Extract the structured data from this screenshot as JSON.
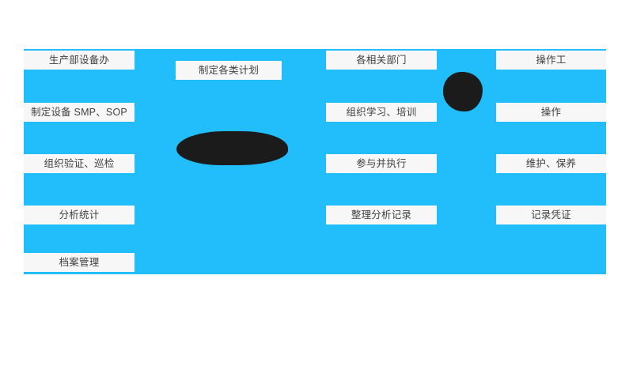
{
  "slide": {
    "background_color": "#22bdfb",
    "node_fill_color": "#f7f7f7",
    "node_text_color": "#3f3f3f",
    "redaction_color": "#1b1b1b"
  },
  "columns": [
    {
      "name": "column-1",
      "nodes": [
        {
          "label": "生产部设备办"
        },
        {
          "label": "制定设备 SMP、SOP"
        },
        {
          "label": "组织验证、巡检"
        },
        {
          "label": "分析统计"
        },
        {
          "label": "档案管理"
        }
      ]
    },
    {
      "name": "column-2",
      "nodes": [
        {
          "label": "制定各类计划"
        }
      ]
    },
    {
      "name": "column-3",
      "nodes": [
        {
          "label": "各相关部门"
        },
        {
          "label": "组织学习、培训"
        },
        {
          "label": "参与并执行"
        },
        {
          "label": "整理分析记录"
        }
      ]
    },
    {
      "name": "column-4",
      "nodes": [
        {
          "label": "操作工"
        },
        {
          "label": "操作"
        },
        {
          "label": "维护、保养"
        },
        {
          "label": "记录凭证"
        }
      ]
    }
  ],
  "redactions": [
    {
      "name": "redaction-blob-left",
      "shape": "wide-blob"
    },
    {
      "name": "redaction-blob-right",
      "shape": "round-blob"
    }
  ]
}
